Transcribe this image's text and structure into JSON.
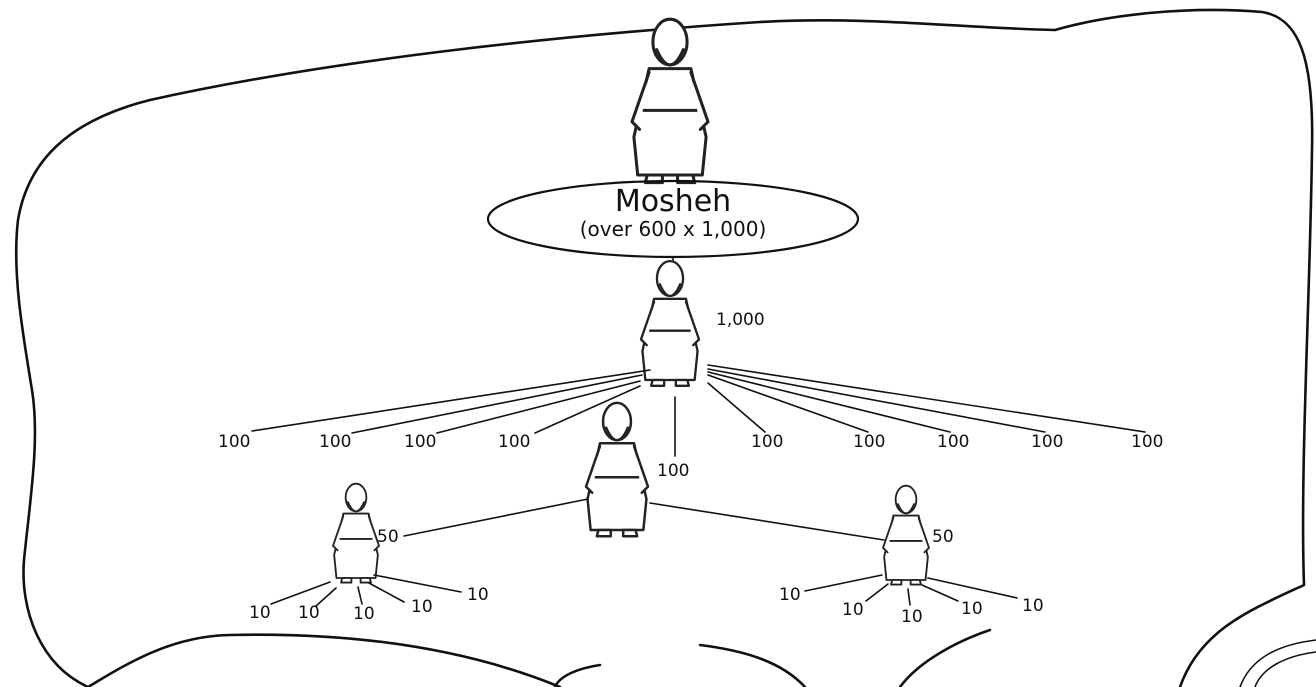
{
  "diagram": {
    "top_name": "Mosheh",
    "top_sub": "(over 600 x 1,000)",
    "level_1000": "1,000",
    "level_100": [
      "100",
      "100",
      "100",
      "100",
      "100",
      "100",
      "100",
      "100",
      "100",
      "100"
    ],
    "level_50": [
      "50",
      "50"
    ],
    "level_10_left": [
      "10",
      "10",
      "10",
      "10",
      "10"
    ],
    "level_10_right": [
      "10",
      "10",
      "10",
      "10",
      "10"
    ]
  }
}
